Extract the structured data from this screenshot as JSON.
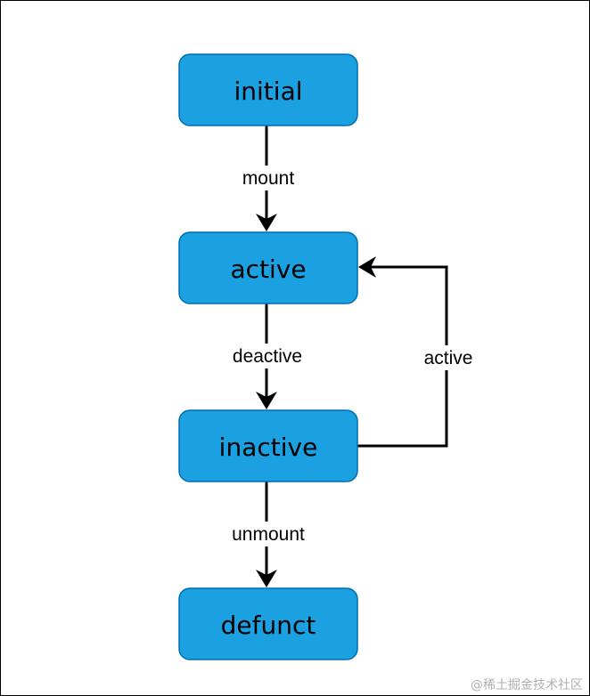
{
  "diagram": {
    "colors": {
      "node_fill": "#1ba1e2",
      "node_stroke": "#006eaf",
      "edge": "#000000",
      "label_bg": "#ffffff"
    },
    "nodes": {
      "initial": "initial",
      "active": "active",
      "inactive": "inactive",
      "defunct": "defunct"
    },
    "edges": {
      "mount": "mount",
      "deactive": "deactive",
      "active": "active",
      "unmount": "unmount"
    }
  },
  "watermark": "@稀土掘金技术社区"
}
